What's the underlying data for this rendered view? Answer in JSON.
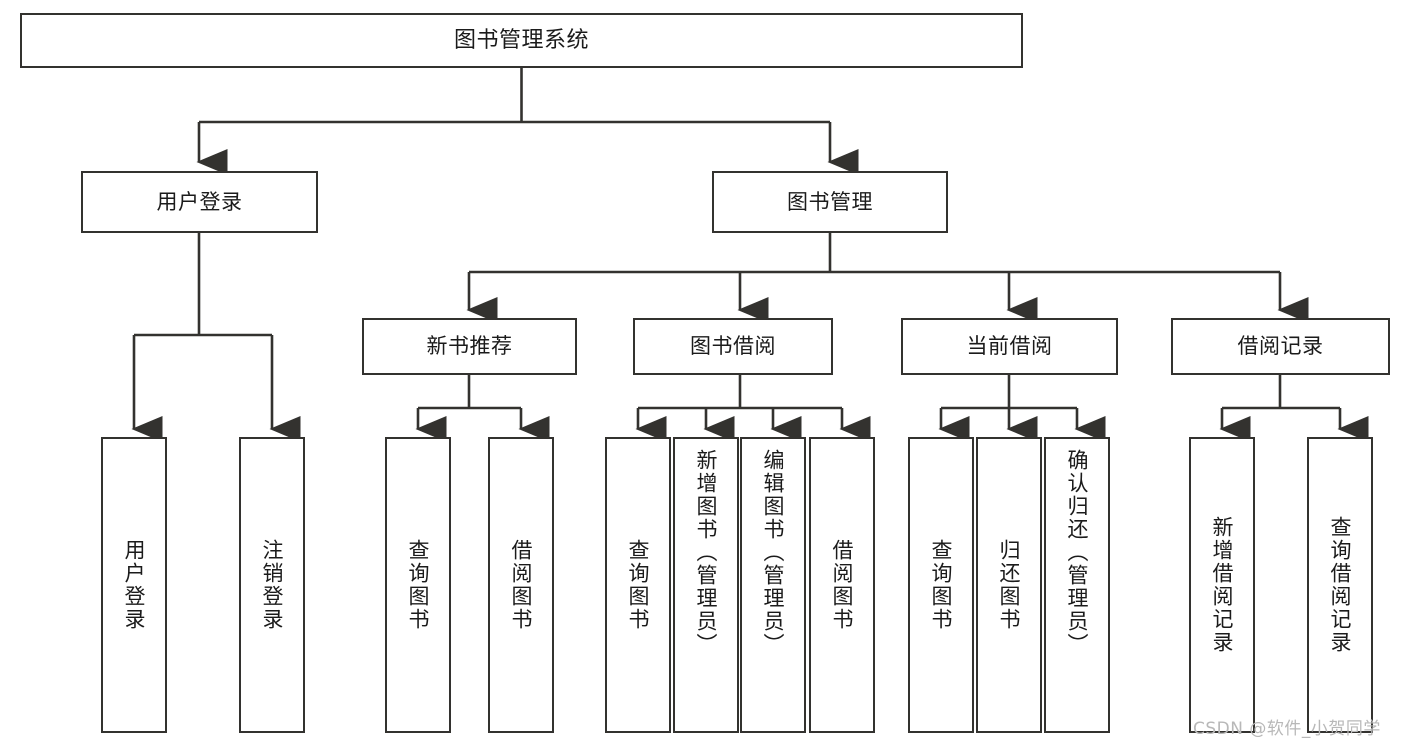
{
  "diagram": {
    "type": "tree-hierarchy",
    "title": "图书管理系统",
    "orientation": "top-down",
    "line_color": "#33322f",
    "box_fill": "#ffffff",
    "text_color": "#1b1b1b"
  },
  "root": {
    "label": "图书管理系统"
  },
  "level1": [
    {
      "label": "用户登录"
    },
    {
      "label": "图书管理"
    }
  ],
  "level2": [
    {
      "label": "新书推荐"
    },
    {
      "label": "图书借阅"
    },
    {
      "label": "当前借阅"
    },
    {
      "label": "借阅记录"
    }
  ],
  "leaves": {
    "user_login": [
      {
        "label": "用户登录"
      },
      {
        "label": "注销登录"
      }
    ],
    "new_book": [
      {
        "label": "查询图书"
      },
      {
        "label": "借阅图书"
      }
    ],
    "book_borrow": [
      {
        "label": "查询图书"
      },
      {
        "label": "新增图书（管理员）"
      },
      {
        "label": "编辑图书（管理员）"
      },
      {
        "label": "借阅图书"
      }
    ],
    "current_borrow": [
      {
        "label": "查询图书"
      },
      {
        "label": "归还图书"
      },
      {
        "label": "确认归还（管理员）"
      }
    ],
    "borrow_record": [
      {
        "label": "新增借阅记录"
      },
      {
        "label": "查询借阅记录"
      }
    ]
  },
  "watermark": {
    "text": "CSDN @软件_小贺同学"
  }
}
